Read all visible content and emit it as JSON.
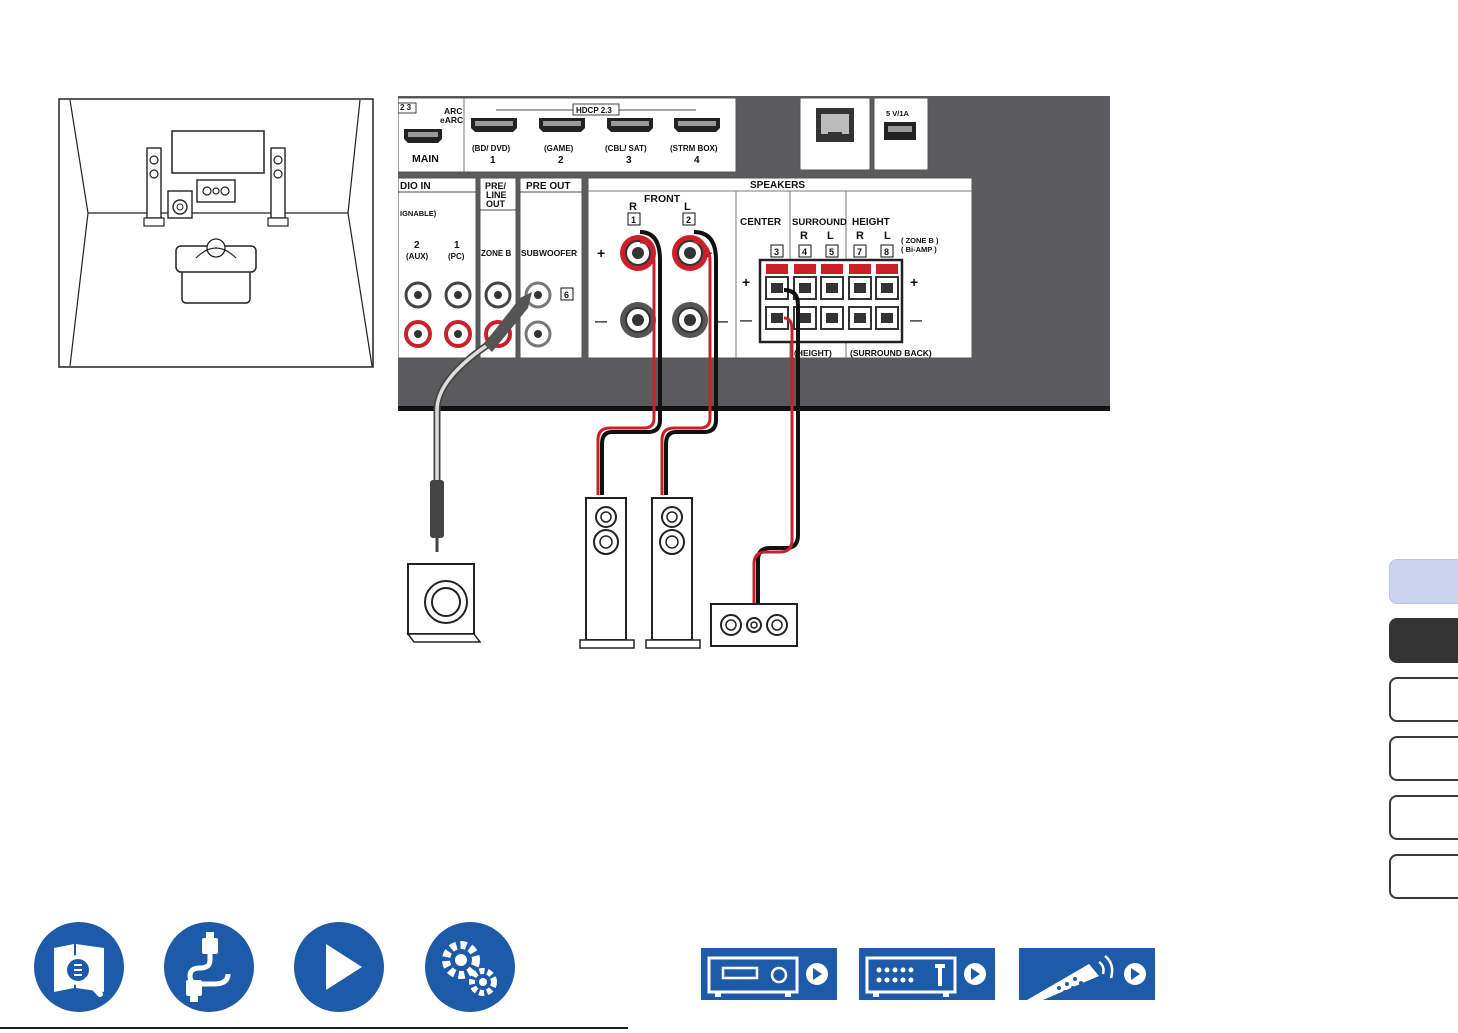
{
  "colors": {
    "panel": "#5b5b5d",
    "accent_blue": "#1d5ba8",
    "tab_light": "#c9d4ee",
    "tab_dark": "#333333",
    "speaker_red": "#cc1f2a"
  },
  "hdmi": {
    "top_left": "2 3",
    "arc": "ARC",
    "earc": "eARC",
    "main": "MAIN",
    "hdcp": "HDCP 2.3",
    "ports": [
      {
        "name": "(BD/ DVD)",
        "num": "1"
      },
      {
        "name": "(GAME)",
        "num": "2"
      },
      {
        "name": "(CBL/ SAT)",
        "num": "3"
      },
      {
        "name": "(STRM BOX)",
        "num": "4"
      }
    ],
    "usb": "5 V/1A"
  },
  "audio_in": {
    "title": "DIO IN",
    "sub": "IGNABLE)",
    "in2_num": "2",
    "in2_name": "(AUX)",
    "in1_num": "1",
    "in1_name": "(PC)"
  },
  "pre_line_out": {
    "title_l1": "PRE/",
    "title_l2": "LINE",
    "title_l3": "OUT",
    "zone": "ZONE B"
  },
  "pre_out": {
    "title": "PRE OUT",
    "subwoofer": "SUBWOOFER",
    "num": "6"
  },
  "speakers": {
    "title": "SPEAKERS",
    "front": "FRONT",
    "r": "R",
    "l": "L",
    "front_r_num": "1",
    "front_l_num": "2",
    "plus": "+",
    "minus": "—",
    "center": "CENTER",
    "center_num": "3",
    "surround": "SURROUND",
    "surround_r_num": "4",
    "surround_l_num": "5",
    "height": "HEIGHT",
    "height_r_num": "7",
    "height_l_num": "8",
    "zone_b": "( ZONE B )",
    "bi_amp": "( Bi-AMP )",
    "height_sub": "(HEIGHT)",
    "surround_back": "(SURROUND BACK)"
  },
  "nav": {
    "circles": [
      "contents-icon",
      "connections-icon",
      "playback-icon",
      "setup-icon"
    ],
    "rects": [
      "front-panel-icon",
      "rear-panel-icon",
      "remote-icon"
    ]
  }
}
